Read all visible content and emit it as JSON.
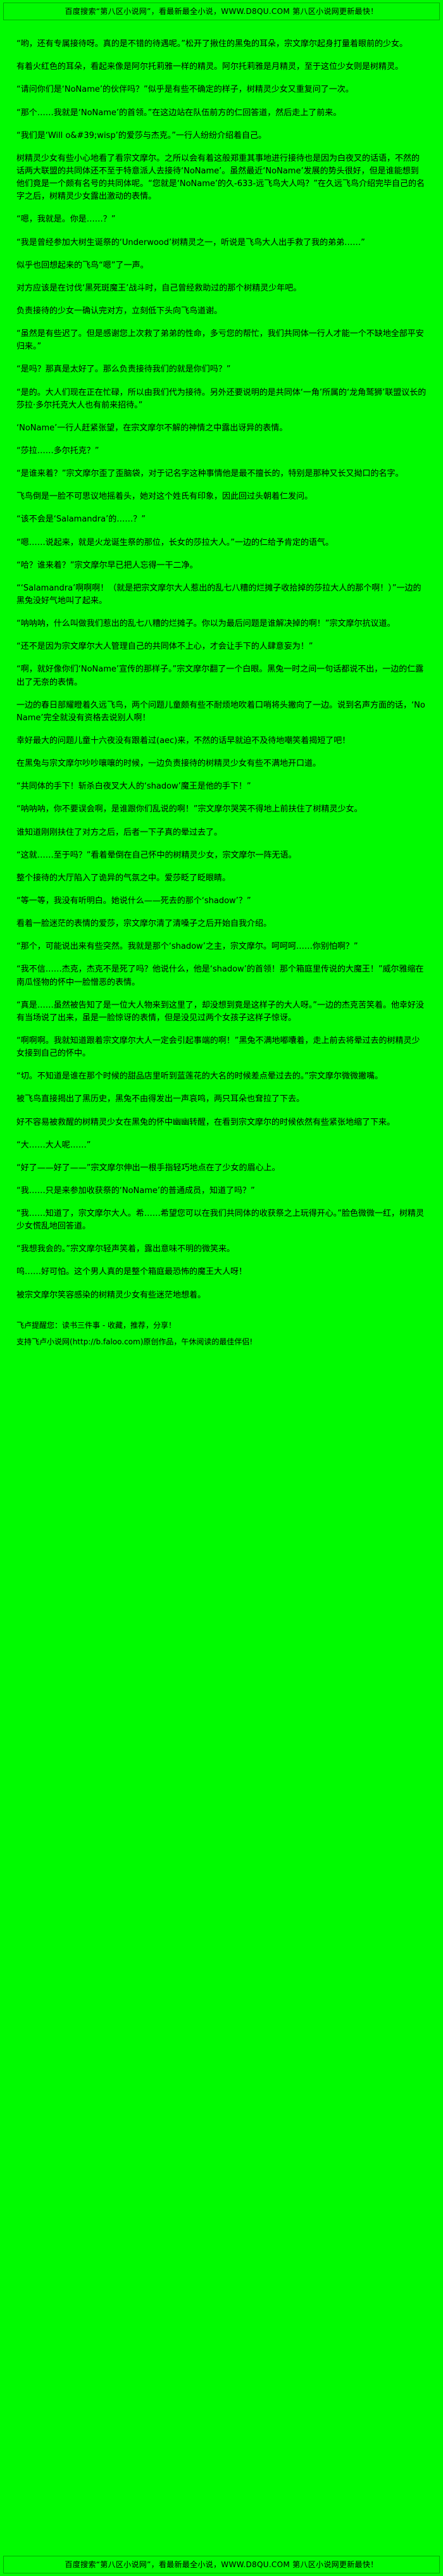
{
  "colors": {
    "background": "#00fb00",
    "text": "#000000"
  },
  "notice": {
    "text": "百度搜索“第八区小说网”，看最新最全小说，WWW.D8QU.COM 第八区小说网更新最快！"
  },
  "novel": {
    "paragraphs": [
      "“哟，还有专属接待呀。真的是不错的待遇呢。”松开了揪住的黑兔的耳朵，宗文摩尔起身打量着眼前的少女。",
      "有着火红色的耳朵，看起来像是阿尔托莉雅一样的精灵。阿尔托莉雅是月精灵，至于这位少女则是树精灵。",
      "“请问你们是‘NoName’的伙伴吗？”似乎是有些不确定的样子，树精灵少女又重复问了一次。",
      "“那个……我就是‘NoName’的首领。”在这边站在队伍前方的仁回答道，然后走上了前来。",
      "“我们是‘Will o&#39;wisp’的爱莎与杰克。”一行人纷纷介绍着自己。",
      "树精灵少女有些小心地看了看宗文摩尔。之所以会有着这般郑重其事地进行接待也是因为白夜叉的话语，不然的话两大联盟的共同体还不至于特意派人去接待‘NoName’。虽然最近‘NoName’发展的势头很好，但是谁能想到他们竟是一个颇有名号的共同体呢。“您就是‘NoName’的久-633-远飞鸟大人吗？”在久远飞鸟介绍完毕自己的名字之后，树精灵少女露出激动的表情。",
      "“嗯，我就是。你是……？”",
      "“我是曾经参加大树生诞祭的‘Underwood’树精灵之一，听说是飞鸟大人出手救了我的弟弟……”",
      "似乎也回想起来的飞鸟“嗯”了一声。",
      "对方应该是在讨伐‘黑死斑魔王’战斗时，自己曾经救助过的那个树精灵少年吧。",
      "负责接待的少女一确认完对方，立刻低下头向飞鸟道谢。",
      "“虽然是有些迟了。但是感谢您上次救了弟弟的性命，多亏您的帮忙，我们共同体一行人才能一个不缺地全部平安归来。”",
      "“是吗？那真是太好了。那么负责接待我们的就是你们吗？”",
      "“是的。大人们现在正在忙碌，所以由我们代为接待。另外还要说明的是共同体‘一角’所属的‘龙角鹫狮’联盟议长的莎拉·多尔托克大人也有前来招待。”",
      "‘NoName’一行人赶紧张望，在宗文摩尔不解的神情之中露出讶异的表情。",
      "“莎拉……多尔托克？”",
      "“是谁来着？”宗文摩尔歪了歪脑袋，对于记名字这种事情他是最不擅长的，特别是那种又长又拗口的名字。",
      "飞鸟倒是一脸不可思议地摇着头，她对这个姓氏有印象，因此回过头朝着仁发问。",
      "“该不会是‘Salamandra’的……？”",
      "“嗯……说起来，就是火龙诞生祭的那位，长女的莎拉大人。”一边的仁给予肯定的语气。",
      "“哈？谁来着？”宗文摩尔早已把人忘得一干二净。",
      "“‘Salamandra’啊啊啊！（就是把宗文摩尔大人惹出的乱七八糟的烂摊子收拾掉的莎拉大人的那个啊！）”一边的黑兔没好气地叫了起来。",
      "“呐呐呐，什么叫做我们惹出的乱七八糟的烂摊子。你以为最后问题是谁解决掉的啊！”宗文摩尔抗议道。",
      "“还不是因为宗文摩尔大人管理自己的共同体不上心，才会让手下的人肆意妄为！”",
      "“啊，就好像你们‘NoName’宣传的那样子。”宗文摩尔翻了一个白眼。黑兔一时之间一句话都说不出，一边的仁露出了无奈的表情。",
      "一边的春日部耀瞪着久远飞鸟，两个问题儿童颇有些不耐烦地吹着口哨将头撇向了一边。说到名声方面的话，‘NoName’完全就没有资格去说别人啊！",
      "幸好最大的问题儿童十六夜没有跟着过(aec)来，不然的话早就迫不及待地嘲笑着揭短了吧！",
      "在黑兔与宗文摩尔吵吵嚷嚷的时候，一边负责接待的树精灵少女有些不满地开口道。",
      "“共同体的手下！斩杀白夜叉大人的‘shadow’魔王是他的手下！”",
      "“呐呐呐，你不要误会啊，是谁跟你们乱说的啊！”宗文摩尔哭笑不得地上前扶住了树精灵少女。",
      "谁知道刚刚扶住了对方之后，后者一下子真的晕过去了。",
      "“这就……至于吗？”看着晕倒在自己怀中的树精灵少女，宗文摩尔一阵无语。",
      "整个接待的大厅陷入了诡异的气氛之中。爱莎眨了眨眼睛。",
      "“等一等，我没有听明白。她说什么——死去的那个‘shadow’？”",
      "看着一脸迷茫的表情的爱莎，宗文摩尔清了清嗓子之后开始自我介绍。",
      "“那个，可能说出来有些突然。我就是那个‘shadow’之主，宗文摩尔。呵呵呵……你别怕啊？”",
      "“我不信……杰克，杰克不是死了吗？他说什么，他是‘shadow’的首领！那个箱庭里传说的大魔王！”威尔雅缩在南瓜怪物的怀中一脸憎恶的表情。",
      "“真是……虽然被告知了是一位大人物来到这里了，却没想到竟是这样子的大人呀。”一边的杰克苦笑着。他幸好没有当场说了出来，虽是一脸惊讶的表情，但是没见过两个女孩子这样子惊讶。",
      "“啊啊啊。我就知道跟着宗文摩尔大人一定会引起事端的啊！”黑兔不满地嘟囔着，走上前去将晕过去的树精灵少女接到自己的怀中。",
      "“切。不知道是谁在那个时候的甜品店里听到蓝莲花的大名的时候差点晕过去的。”宗文摩尔微微撇嘴。",
      "被飞鸟直接揭出了黑历史，黑兔不由得发出一声哀鸣，两只耳朵也耷拉了下去。",
      "好不容易被救醒的树精灵少女在黑兔的怀中幽幽转醒，在看到宗文摩尔的时候依然有些紧张地缩了下来。",
      "“大……大人呢……”",
      "“好了——好了——”宗文摩尔伸出一根手指轻巧地点在了少女的眉心上。",
      "“我……只是来参加收获祭的‘NoName’的普通成员，知道了吗？”",
      "“我……知道了，宗文摩尔大人。希……希望您可以在我们共同体的收获祭之上玩得开心。”脸色微微一红，树精灵少女慌乱地回答道。",
      "“我想我会的。”宗文摩尔轻声笑着，露出意味不明的微笑来。",
      "呜……好可怕。这个男人真的是整个箱庭最恐怖的魔王大人呀！",
      "被宗文摩尔笑容感染的树精灵少女有些迷茫地想着。"
    ],
    "reminder": "飞卢提醒您：读书三件事 - 收藏，推荐，分享！",
    "support_prefix": "支持飞卢小说网(",
    "support_link": "http://b.faloo.com",
    "support_suffix": ")原创作品，午休阅读的最佳伴侣!"
  }
}
